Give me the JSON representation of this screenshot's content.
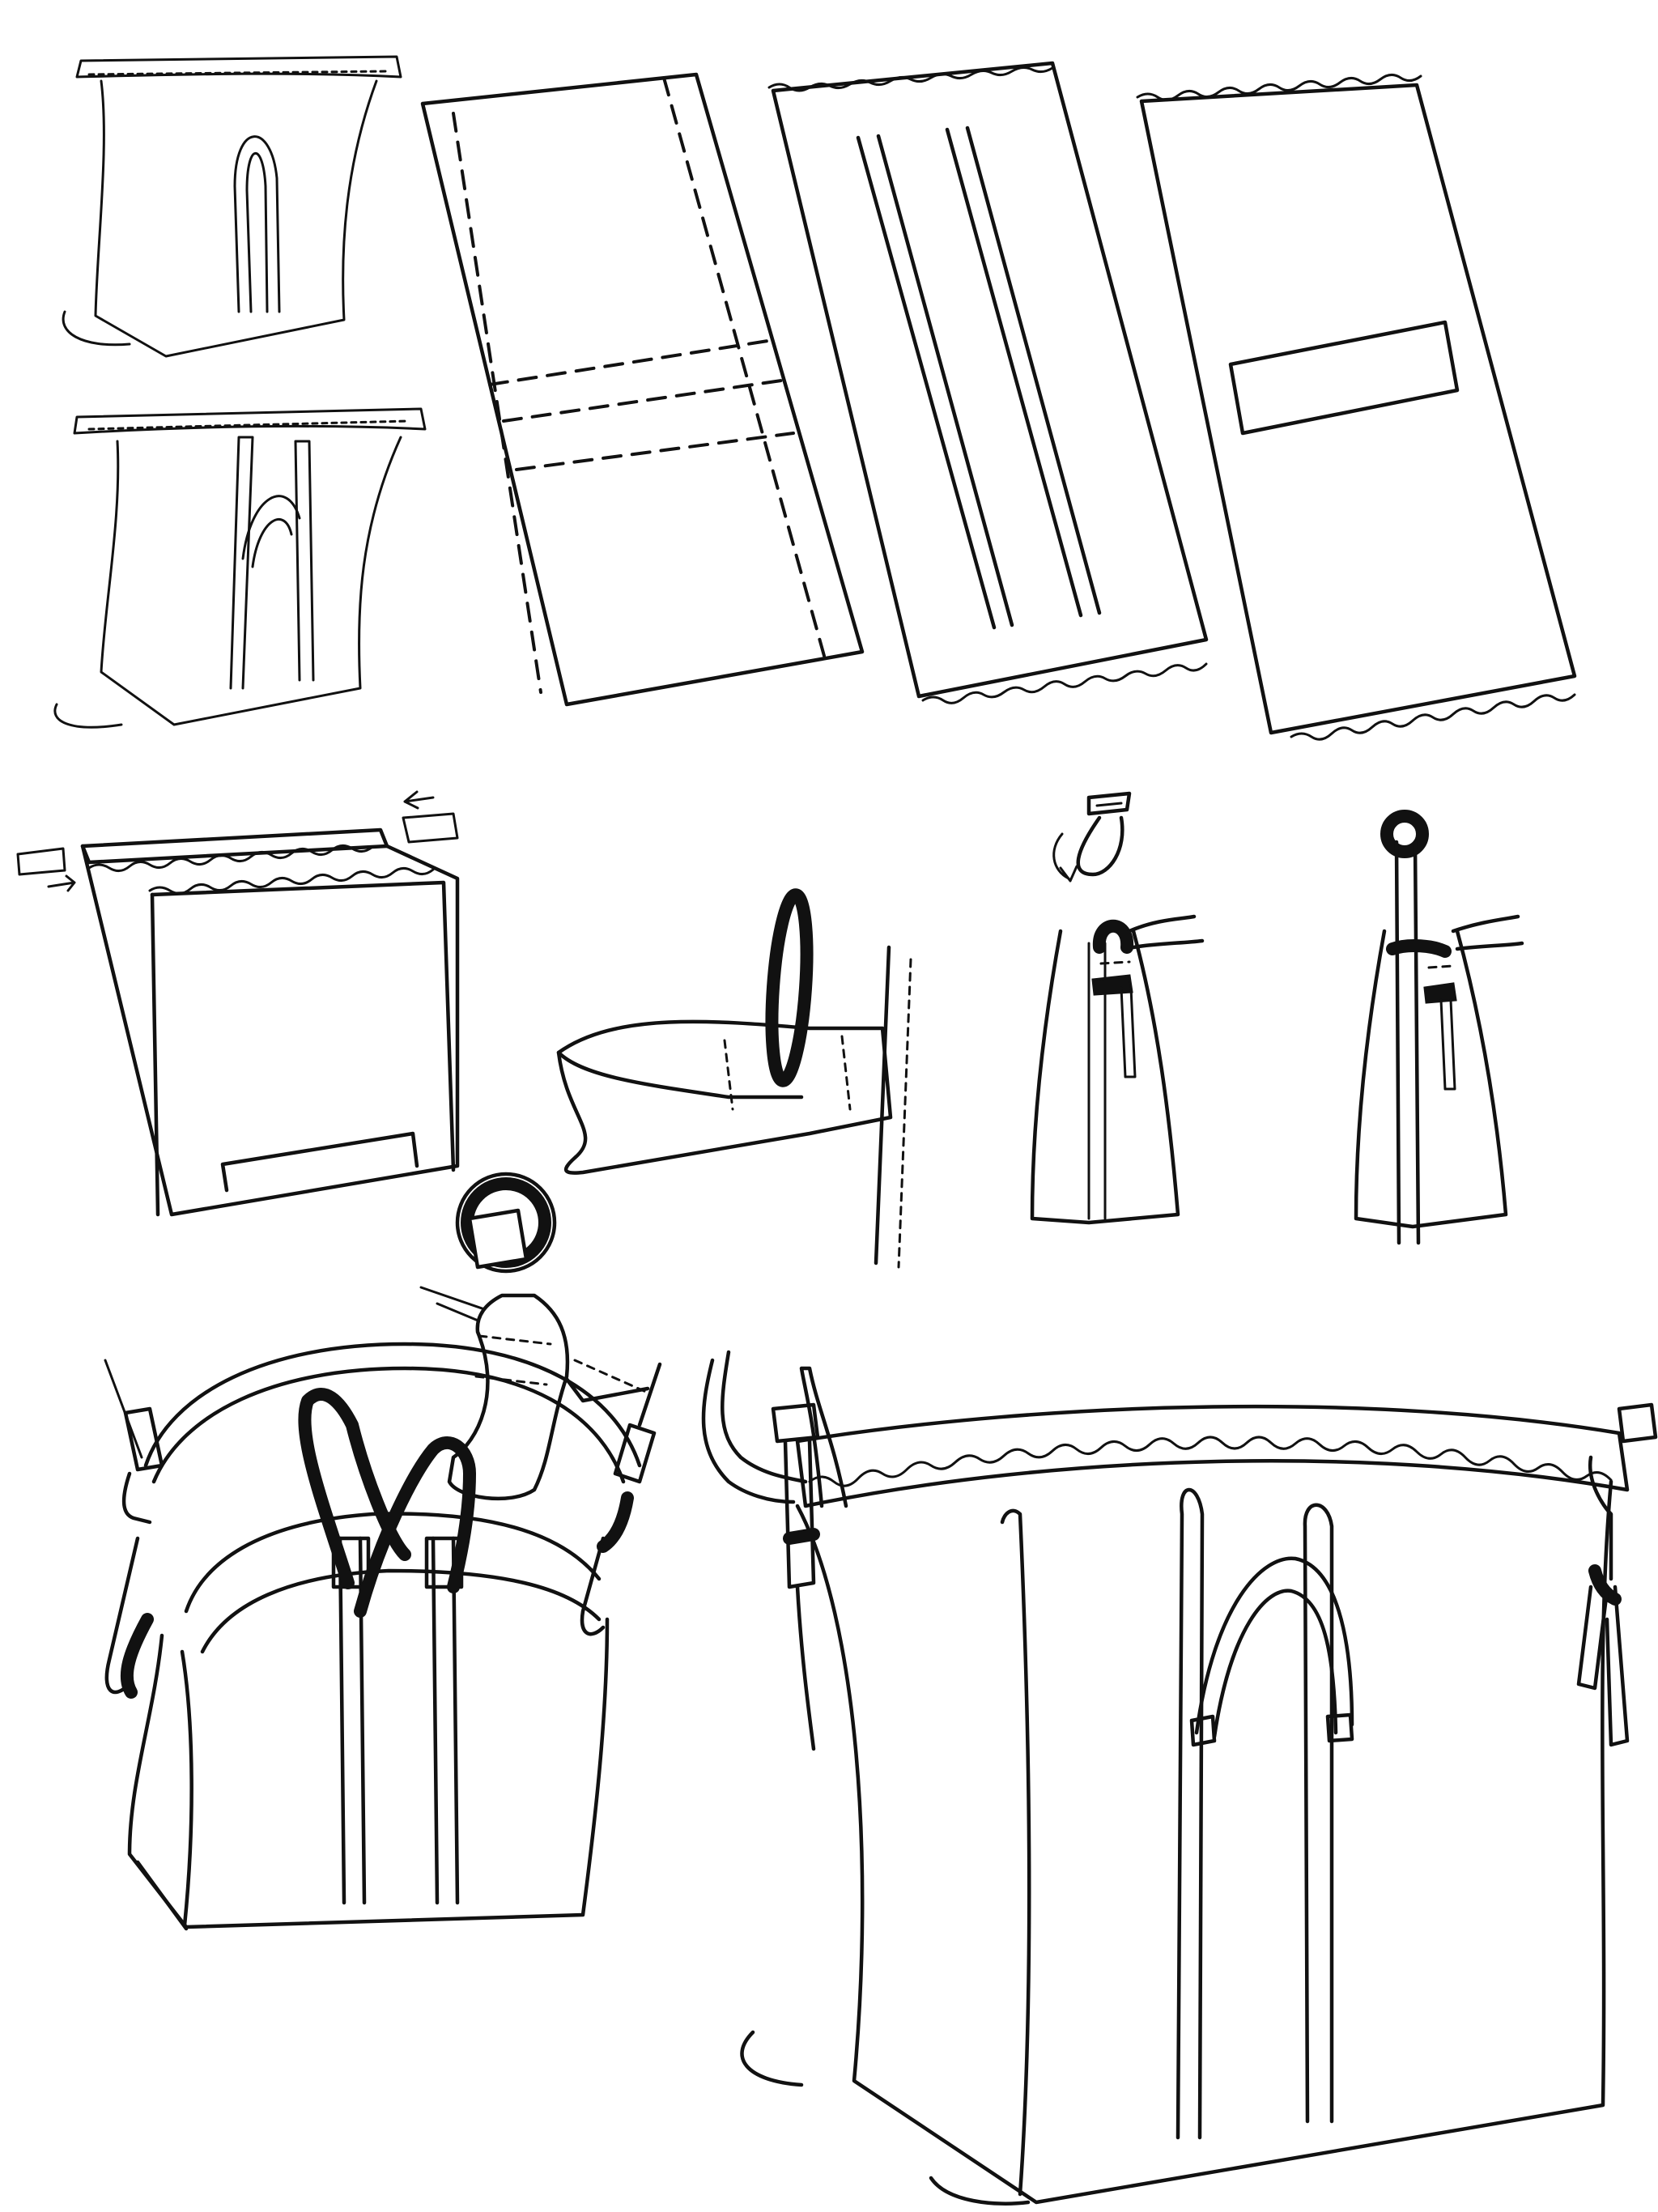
{
  "illustration": {
    "panels": [
      {
        "name": "bag-upper-left-single-handle"
      },
      {
        "name": "bag-lower-left-double-handle"
      },
      {
        "name": "panel-dashed-fold-lines"
      },
      {
        "name": "panel-strap-lines"
      },
      {
        "name": "panel-label-rectangle"
      },
      {
        "name": "pocket-assembly"
      },
      {
        "name": "ring-loop-detail"
      },
      {
        "name": "ring-clip-detail"
      },
      {
        "name": "hook-attach-step-1"
      },
      {
        "name": "hook-attach-step-2"
      },
      {
        "name": "finished-bag-shoulder-strap"
      },
      {
        "name": "finished-bag-large"
      }
    ],
    "stroke_color": "#111111",
    "background_color": "#ffffff"
  }
}
